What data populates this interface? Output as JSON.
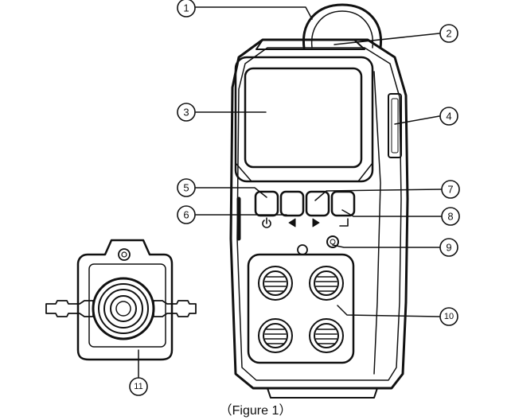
{
  "callouts": [
    {
      "id": "1",
      "number": "1"
    },
    {
      "id": "2",
      "number": "2"
    },
    {
      "id": "3",
      "number": "3"
    },
    {
      "id": "4",
      "number": "4"
    },
    {
      "id": "5",
      "number": "5"
    },
    {
      "id": "6",
      "number": "6"
    },
    {
      "id": "7",
      "number": "7"
    },
    {
      "id": "8",
      "number": "8"
    },
    {
      "id": "9",
      "number": "9"
    },
    {
      "id": "10",
      "number": "10"
    },
    {
      "id": "11",
      "number": "11"
    }
  ],
  "button_icons": [
    "power-icon",
    "left-arrow-icon",
    "right-arrow-icon",
    "enter-icon"
  ],
  "caption": "（Figure 1）"
}
